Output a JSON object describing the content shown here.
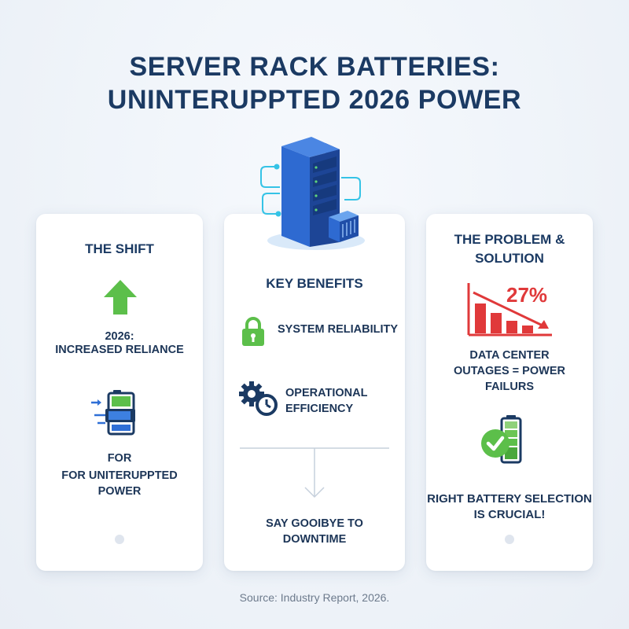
{
  "title": {
    "line1": "SERVER RACK BATTERIES:",
    "line2": "UNINTERUPPTED 2026 POWER"
  },
  "colors": {
    "navy": "#1b3a63",
    "green": "#5cbf4a",
    "red": "#e0393a",
    "blue": "#2f6fd6",
    "cyan": "#35c3e6"
  },
  "hero_icon": "server-rack-icon",
  "left_card": {
    "heading": "THE SHIFT",
    "arrow_icon": "up-arrow-icon",
    "year_line": "2026:",
    "reliance_line": "INCREASED RELIANCE",
    "battery_icon": "battery-charging-icon",
    "for_line": "FOR",
    "purpose_line1": "FOR UNITERUPPTED",
    "purpose_line2": "POWER"
  },
  "middle_card": {
    "heading": "KEY BENEFITS",
    "benefits": [
      {
        "icon": "lock-icon",
        "label": "SYSTEM RELIABILITY"
      },
      {
        "icon": "gears-clock-icon",
        "label_line1": "OPERATIONAL",
        "label_line2": "EFFICIENCY"
      }
    ],
    "down_arrow_icon": "down-arrow-icon",
    "result_line1": "SAY GOOIBYE TO",
    "result_line2": "DOWNTIME"
  },
  "right_card": {
    "heading_line1": "THE PROBLEM &",
    "heading_line2": "SOLUTION",
    "stat": "27%",
    "chart_icon": "declining-bar-chart-icon",
    "problem_line1": "DATA CENTER",
    "problem_line2": "OUTAGES = POWER",
    "problem_line3": "FAILURS",
    "check_icon": "battery-check-icon",
    "solution_line1": "RIGHT BATTERY SELECTION",
    "solution_line2": "IS CRUCIAL!"
  },
  "source": "Source: Industry Report, 2026."
}
